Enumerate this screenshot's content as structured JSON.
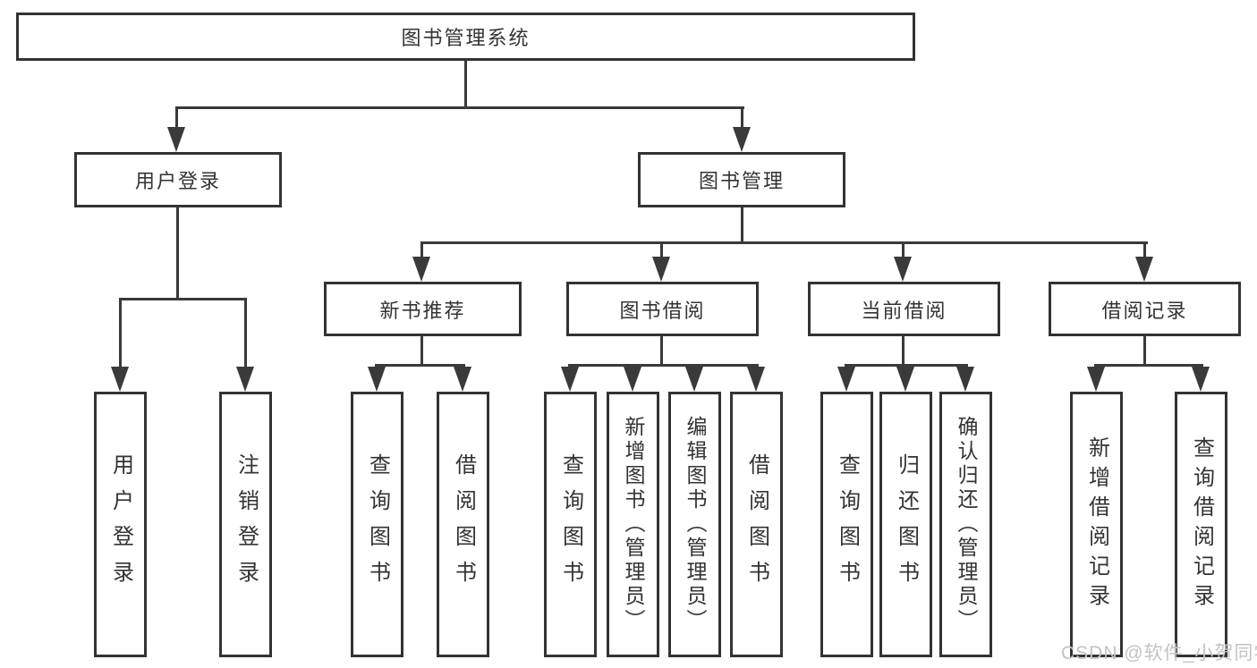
{
  "diagram": {
    "root": {
      "label": "图书管理系统"
    },
    "branches": [
      {
        "label": "用户登录",
        "children": [
          "用户登录",
          "注销登录"
        ]
      },
      {
        "label": "图书管理",
        "children": [
          {
            "label": "新书推荐",
            "children": [
              "查询图书",
              "借阅图书"
            ]
          },
          {
            "label": "图书借阅",
            "children": [
              "查询图书",
              "新增图书（管理员）",
              "编辑图书（管理员）",
              "借阅图书"
            ]
          },
          {
            "label": "当前借阅",
            "children": [
              "查询图书",
              "归还图书",
              "确认归还（管理员）"
            ]
          },
          {
            "label": "借阅记录",
            "children": [
              "新增借阅记录",
              "查询借阅记录"
            ]
          }
        ]
      }
    ]
  },
  "watermark": "CSDN @软件_小贺同学",
  "colors": {
    "box_border": "#333333",
    "line": "#3a3a3a",
    "text": "#333333",
    "watermark_text": "#c3c3c3",
    "background": "#ffffff"
  }
}
